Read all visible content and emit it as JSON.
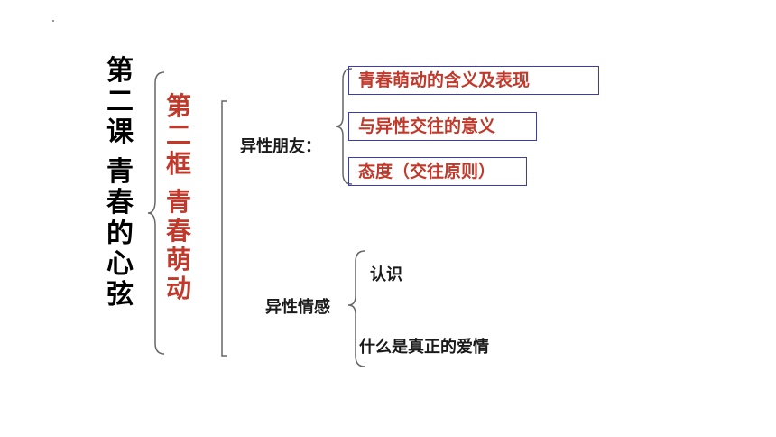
{
  "lesson_title": [
    "第",
    "二",
    "课",
    "",
    "青",
    "春",
    "的",
    "心",
    "弦"
  ],
  "frame_title": [
    "第",
    "二",
    "框",
    "",
    "青",
    "春",
    "萌",
    "动"
  ],
  "branch_friends": {
    "label": "异性朋友：",
    "items": [
      "青春萌动的含义及表现",
      "与异性交往的意义",
      "态度（交往原则）"
    ]
  },
  "branch_feelings": {
    "label": "异性情感",
    "items": [
      "认识",
      "什么是真正的爱情"
    ]
  },
  "colors": {
    "title_red": "#c0392b",
    "box_border": "#3b3bb5",
    "bracket": "#666666"
  }
}
